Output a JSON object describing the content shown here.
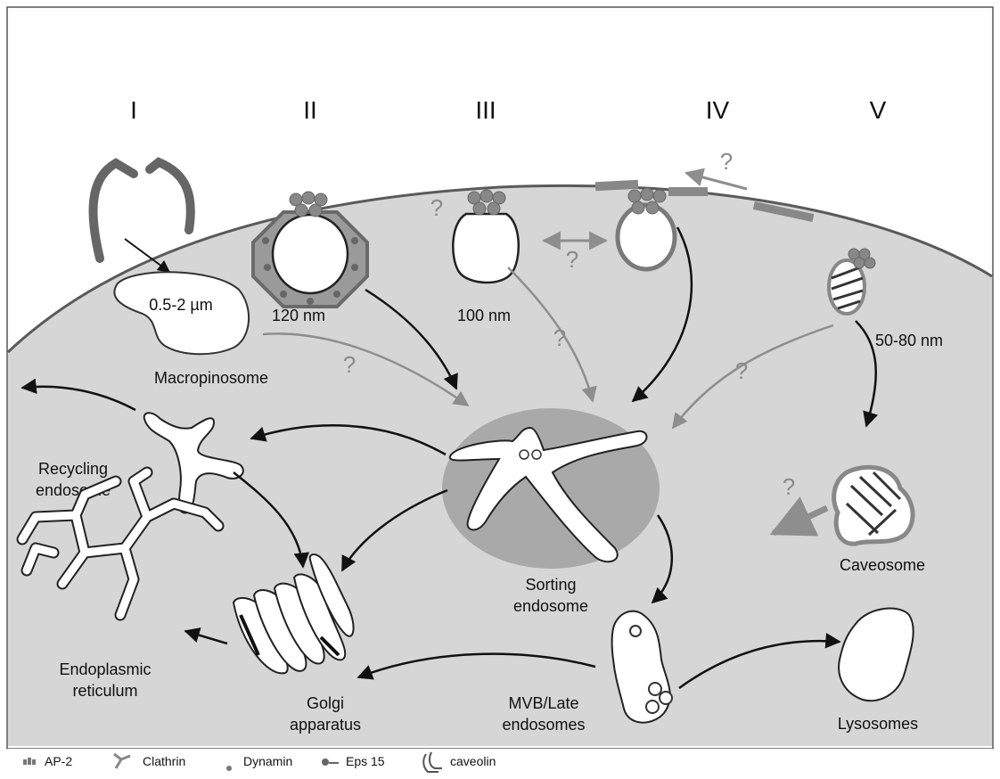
{
  "pathways": [
    {
      "numeral": "I"
    },
    {
      "numeral": "II"
    },
    {
      "numeral": "III"
    },
    {
      "numeral": "IV"
    },
    {
      "numeral": "V"
    }
  ],
  "sizes": {
    "macropinosome": "0.5-2 µm",
    "clathrin_pit": "120 nm",
    "pit_iii": "100 nm",
    "caveolae": "50-80 nm"
  },
  "labels": {
    "macropinosome": "Macropinosome",
    "recycling_line1": "Recycling",
    "recycling_line2": "endosome",
    "sorting_line1": "Sorting",
    "sorting_line2": "endosome",
    "caveosome": "Caveosome",
    "er_line1": "Endoplasmic",
    "er_line2": "reticulum",
    "golgi_line1": "Golgi",
    "golgi_line2": "apparatus",
    "mvb_line1": "MVB/Late",
    "mvb_line2": "endosomes",
    "lysosomes": "Lysosomes"
  },
  "question_mark": "?",
  "legend": [
    {
      "label": "AP-2",
      "icon": "ap2-icon"
    },
    {
      "label": "Clathrin",
      "icon": "clathrin-icon"
    },
    {
      "label": "Dynamin",
      "icon": "dynamin-icon"
    },
    {
      "label": "Eps 15",
      "icon": "eps15-icon"
    },
    {
      "label": "caveolin",
      "icon": "caveolin-icon"
    }
  ],
  "colors": {
    "cytoplasm": "#d6d6d6",
    "membrane": "#5a5a5a",
    "sorting_halo": "#a9a9a9",
    "gray_arrow": "#8e8e8e",
    "black_arrow": "#111111"
  }
}
